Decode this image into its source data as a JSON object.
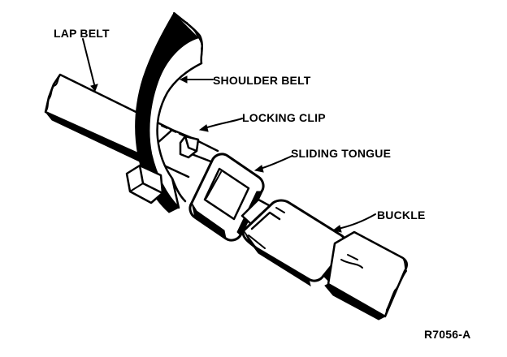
{
  "labels": {
    "lap_belt": "LAP BELT",
    "shoulder_belt": "SHOULDER BELT",
    "locking_clip": "LOCKING CLIP",
    "sliding_tongue": "SLIDING TONGUE",
    "buckle": "BUCKLE"
  },
  "figure_code": "R7056-A",
  "colors": {
    "ink": "#000000",
    "paper": "#ffffff"
  }
}
